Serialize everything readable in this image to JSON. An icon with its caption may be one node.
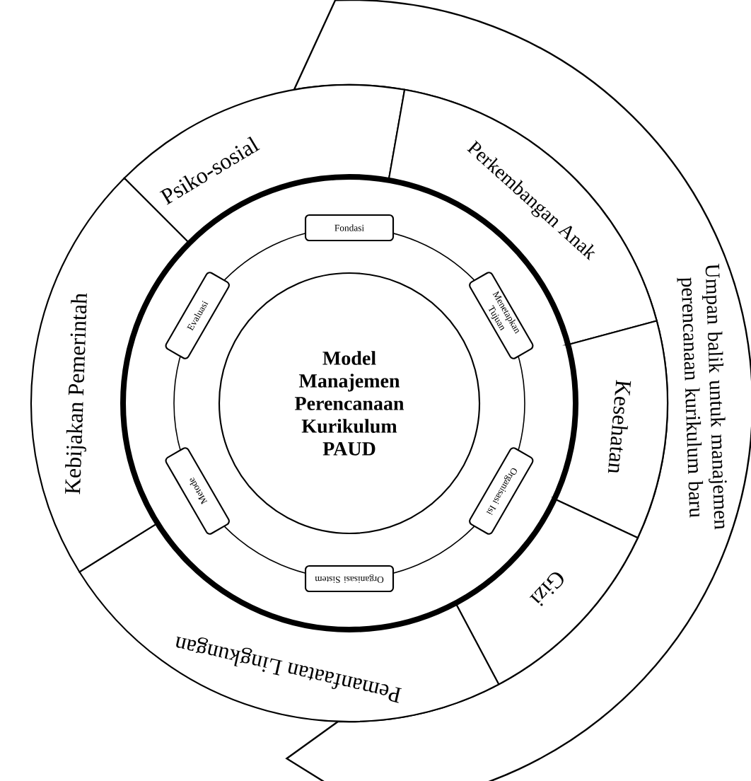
{
  "diagram": {
    "nodes": [
      {
        "text": [
          "Umpan balik untuk manajemen perencanaan kurikulum baru"
        ]
      },
      {
        "text": [
          "Psiko-sosial"
        ]
      },
      {
        "text": [
          "Perkembangan Anak"
        ]
      },
      {
        "text": [
          "Kesehatan"
        ]
      },
      {
        "text": [
          "Gizi"
        ]
      },
      {
        "text": [
          "Pemanfaatan Lingkungan"
        ]
      },
      {
        "text": [
          "Kebijakan Pemerintah"
        ]
      },
      {
        "text": [
          "Model Manajemen Perencanaan Kurikulum PAUD"
        ]
      },
      {
        "text": [
          "Fondasi"
        ]
      },
      {
        "text": [
          "Menetapkan Tujuan"
        ]
      },
      {
        "text": [
          "Organisasi Isi"
        ]
      },
      {
        "text": [
          "Organisasi Sistem"
        ]
      },
      {
        "text": [
          "Metode"
        ]
      },
      {
        "text": [
          "Evaluasi"
        ]
      }
    ]
  }
}
